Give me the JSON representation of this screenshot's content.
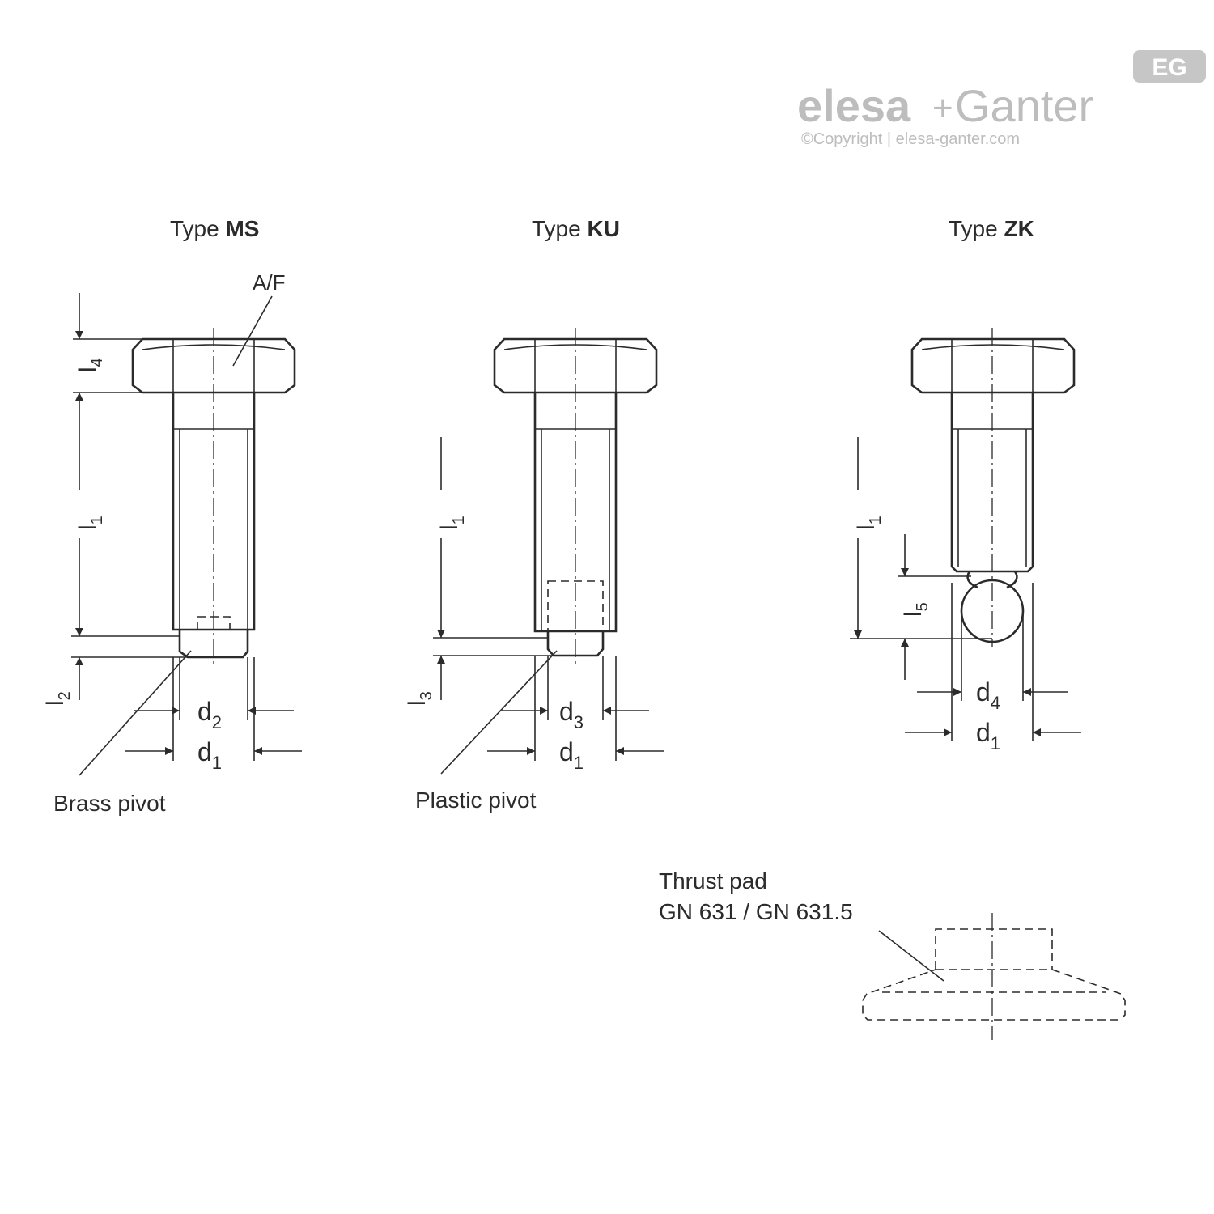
{
  "brand": {
    "name_left": "elesa",
    "plus": "+",
    "name_right": "Ganter",
    "badge": "EG",
    "copyright": "©Copyright | elesa-ganter.com"
  },
  "types": [
    {
      "prefix": "Type",
      "code": "MS"
    },
    {
      "prefix": "Type",
      "code": "KU"
    },
    {
      "prefix": "Type",
      "code": "ZK"
    }
  ],
  "labels": {
    "af": "A/F",
    "brass_pivot": "Brass pivot",
    "plastic_pivot": "Plastic pivot",
    "thrust_pad_line1": "Thrust pad",
    "thrust_pad_line2": "GN 631 / GN 631.5"
  },
  "dims": {
    "d": "d",
    "l": "l",
    "sub1": "1",
    "sub2": "2",
    "sub3": "3",
    "sub4": "4",
    "sub5": "5"
  }
}
